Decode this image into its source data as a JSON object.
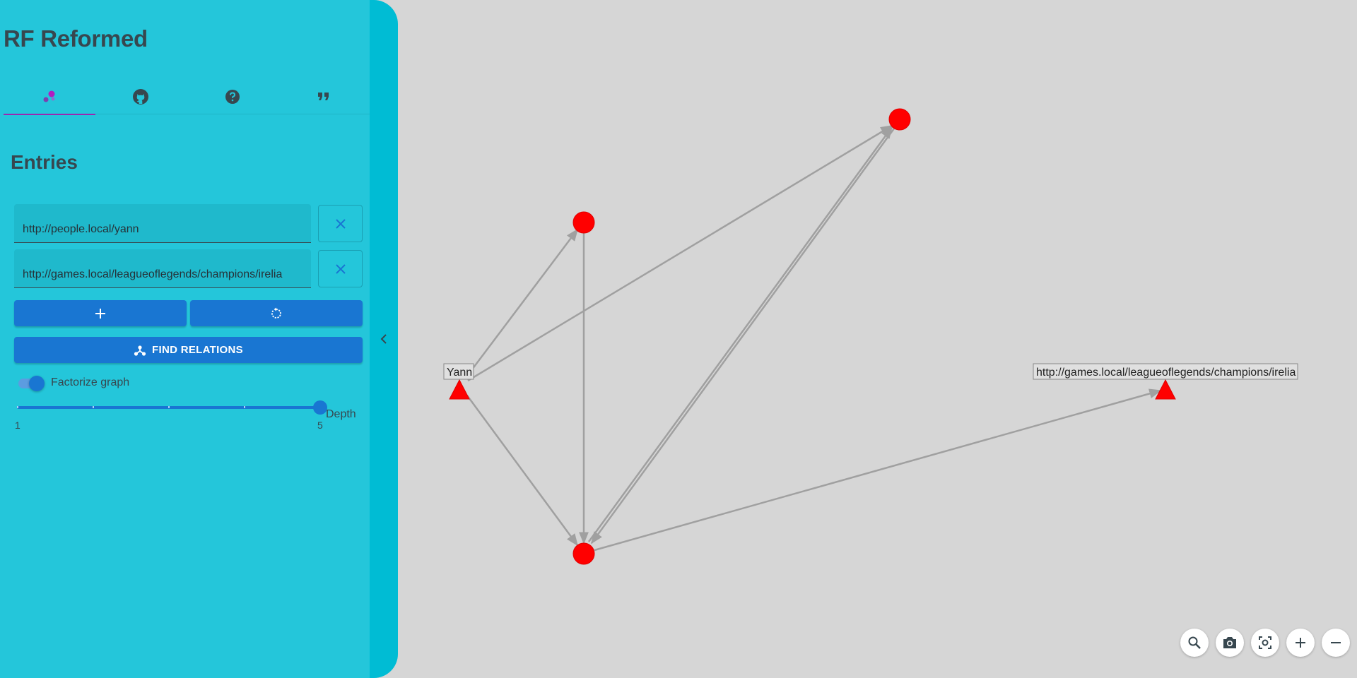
{
  "app": {
    "title": "RF Reformed"
  },
  "tabs": [
    {
      "icon": "graph-icon",
      "active": true
    },
    {
      "icon": "github-icon",
      "active": false
    },
    {
      "icon": "help-icon",
      "active": false
    },
    {
      "icon": "quote-icon",
      "active": false
    }
  ],
  "entries": {
    "heading": "Entries",
    "items": [
      {
        "value": "http://people.local/yann"
      },
      {
        "value": "http://games.local/leagueoflegends/champions/irelia"
      }
    ]
  },
  "actions": {
    "add_icon": "plus-icon",
    "reset_icon": "refresh-icon",
    "find_label": "FIND RELATIONS",
    "find_icon": "hub-icon"
  },
  "factorize": {
    "label": "Factorize graph",
    "enabled": true
  },
  "depth": {
    "label": "Depth",
    "min": "1",
    "max": "5",
    "value": 5
  },
  "graph": {
    "node_labels": {
      "yann": "Yann",
      "irelia": "http://games.local/leagueoflegends/champions/irelia"
    },
    "node_color": "#ff0000",
    "edge_color": "#a0a0a0"
  },
  "toolbar": [
    "search-icon",
    "camera-icon",
    "fit-screen-icon",
    "zoom-in-icon",
    "zoom-out-icon"
  ],
  "colors": {
    "drawer": "#24c6da",
    "accent": "#1976d2",
    "tab_indicator": "#9c27b0",
    "canvas": "#d6d6d6"
  }
}
